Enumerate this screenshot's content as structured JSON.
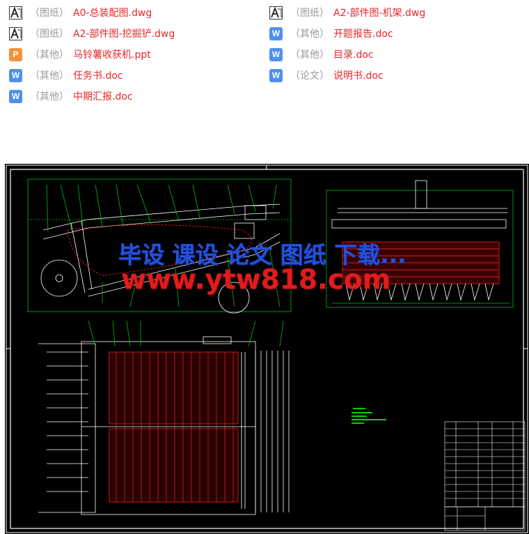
{
  "files": [
    {
      "type": "（图纸）",
      "name": "A0-总装配图.dwg",
      "icon": "dwg"
    },
    {
      "type": "（图纸）",
      "name": "A2-部件图-机架.dwg",
      "icon": "dwg"
    },
    {
      "type": "（图纸）",
      "name": "A2-部件图-挖掘铲.dwg",
      "icon": "dwg"
    },
    {
      "type": "（其他）",
      "name": "开题报告.doc",
      "icon": "W"
    },
    {
      "type": "（其他）",
      "name": "马铃薯收获机.ppt",
      "icon": "P"
    },
    {
      "type": "（其他）",
      "name": "目录.doc",
      "icon": "W"
    },
    {
      "type": "（其他）",
      "name": "任务书.doc",
      "icon": "W"
    },
    {
      "type": "（论文）",
      "name": "说明书.doc",
      "icon": "W"
    },
    {
      "type": "（其他）",
      "name": "中期汇报.doc",
      "icon": "W"
    }
  ],
  "watermark": {
    "line1": "毕设 课设 论文 图纸 下载...",
    "line2": "www.ytw818.com"
  },
  "colors": {
    "file_name": "#e5272b",
    "file_type": "#9a9a9a",
    "word_icon": "#4e8ff0",
    "ppt_icon": "#f2923a",
    "cad_background": "#000000",
    "watermark_blue": "#2451d6",
    "watermark_red": "#e01c1c"
  }
}
